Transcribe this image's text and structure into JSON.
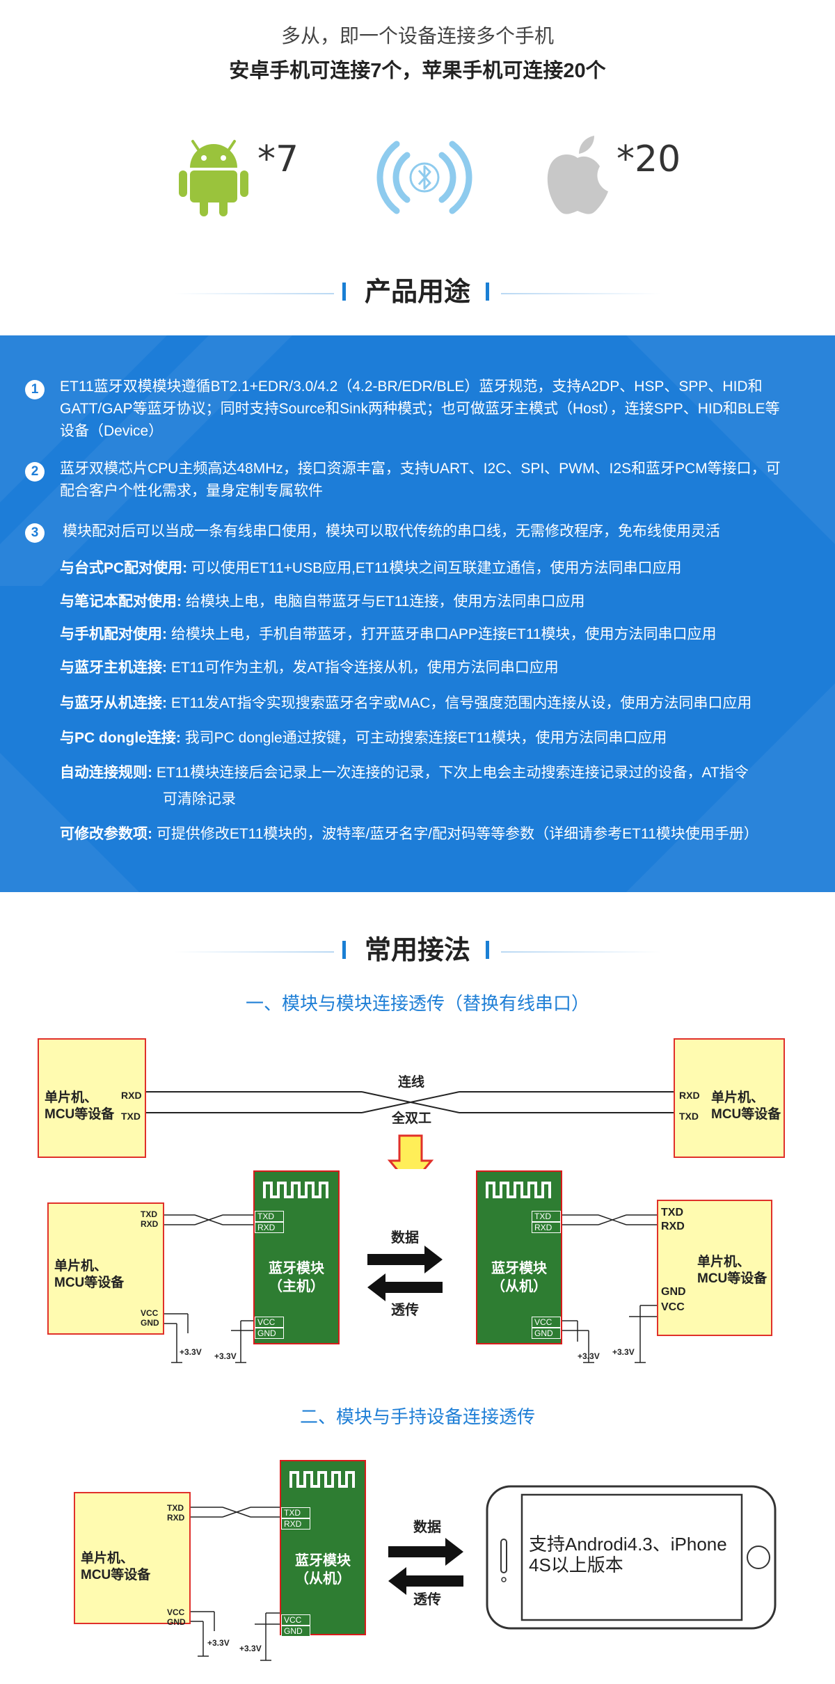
{
  "header": {
    "line1": "多从，即一个设备连接多个手机",
    "line2": "安卓手机可连接7个，苹果手机可连接20个",
    "android_count": "*7",
    "apple_count": "*20",
    "android_color": "#9ac33c",
    "bluetooth_color": "#8ecbee",
    "apple_color": "#c8c8c8"
  },
  "usage": {
    "title": "产品用途",
    "panel_color": "#1d7dd8",
    "items": [
      {
        "num": "1",
        "text": "ET11蓝牙双模模块遵循BT2.1+EDR/3.0/4.2（4.2-BR/EDR/BLE）蓝牙规范，支持A2DP、HSP、SPP、HID和GATT/GAP等蓝牙协议；同时支持Source和Sink两种模式；也可做蓝牙主模式（Host），连接SPP、HID和BLE等设备（Device）"
      },
      {
        "num": "2",
        "text": "蓝牙双模芯片CPU主频高达48MHz，接口资源丰富，支持UART、I2C、SPI、PWM、I2S和蓝牙PCM等接口，可配合客户个性化需求，量身定制专属软件"
      },
      {
        "num": "3",
        "text": "模块配对后可以当成一条有线串口使用，模块可以取代传统的串口线，无需修改程序，免布线使用灵活"
      }
    ],
    "details": [
      {
        "key": "与台式PC配对使用:",
        "value": " 可以使用ET11+USB应用,ET11模块之间互联建立通信，使用方法同串口应用"
      },
      {
        "key": "与笔记本配对使用:",
        "value": " 给模块上电，电脑自带蓝牙与ET11连接，使用方法同串口应用"
      },
      {
        "key": "与手机配对使用:",
        "value": " 给模块上电，手机自带蓝牙，打开蓝牙串口APP连接ET11模块，使用方法同串口应用"
      },
      {
        "key": "与蓝牙主机连接:",
        "value": " ET11可作为主机，发AT指令连接从机，使用方法同串口应用"
      },
      {
        "key": "与蓝牙从机连接:",
        "value": " ET11发AT指令实现搜索蓝牙名字或MAC，信号强度范围内连接从设，使用方法同串口应用"
      },
      {
        "key": "与PC dongle连接:",
        "value": " 我司PC dongle通过按键，可主动搜索连接ET11模块，使用方法同串口应用"
      },
      {
        "key": "自动连接规则:",
        "value": " ET11模块连接后会记录上一次连接的记录，下次上电会主动搜索连接记录过的设备，AT指令"
      },
      {
        "key": "",
        "value": "可清除记录"
      },
      {
        "key": "可修改参数项:",
        "value": " 可提供修改ET11模块的，波特率/蓝牙名字/配对码等等参数（详细请参考ET11模块使用手册）"
      }
    ]
  },
  "wiring": {
    "title": "常用接法",
    "sub1": "一、模块与模块连接透传（替换有线串口）",
    "sub2": "二、模块与手持设备连接透传",
    "mcu_line1": "单片机、",
    "mcu_line2": "MCU等设备",
    "rxd": "RXD",
    "txd": "TXD",
    "vcc": "VCC",
    "gnd": "GND",
    "wire_label": "连线",
    "duplex_label": "全双工",
    "module_master_l1": "蓝牙模块",
    "module_master_l2": "（主机）",
    "module_slave_l1": "蓝牙模块",
    "module_slave_l2": "（从机）",
    "data_label": "数据",
    "trans_label": "透传",
    "volt_label": "+3.3V",
    "phone_line1": "支持Androdi4.3、iPhone",
    "phone_line2": "4S以上版本",
    "module_color": "#2e7d32",
    "box_border_color": "#e0302a",
    "box_fill_color": "#fffbb0"
  }
}
